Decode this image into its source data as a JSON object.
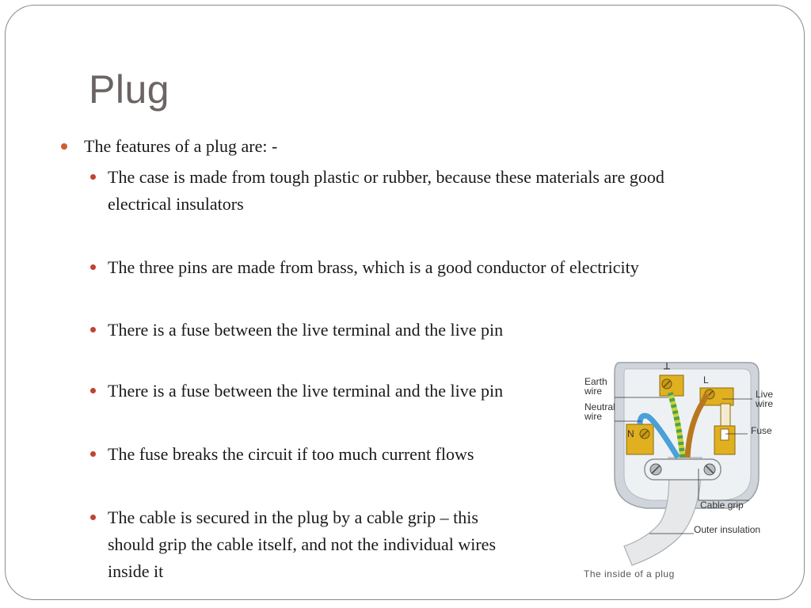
{
  "slide": {
    "title": "Plug",
    "bullets": [
      {
        "level": 1,
        "text": "The features of a plug are: -"
      },
      {
        "level": 2,
        "lines": [
          "The case is made from tough plastic or rubber, because these materials are good",
          "electrical insulators"
        ]
      },
      {
        "level": 2,
        "text": "The three pins are made from brass, which is a good conductor of electricity"
      },
      {
        "level": 2,
        "text": "There is a fuse between the live terminal and the live pin"
      },
      {
        "level": 2,
        "text": "There is a fuse between the live terminal and the live pin"
      },
      {
        "level": 2,
        "text": "The fuse breaks the circuit if too much current flows"
      },
      {
        "level": 2,
        "lines": [
          "The cable is secured in the plug by a cable grip – this",
          "should grip the cable itself, and not the individual wires",
          "inside it"
        ]
      }
    ]
  },
  "figure": {
    "labels": {
      "earth_wire": [
        "Earth",
        "wire"
      ],
      "neutral_wire": [
        "Neutral",
        "wire"
      ],
      "n": "N",
      "l": "L",
      "live_wire": [
        "Live",
        "wire"
      ],
      "fuse": "Fuse",
      "cable_grip": "Cable grip",
      "outer_insulation": "Outer insulation"
    },
    "caption": "The inside of a plug",
    "colors": {
      "bullet_l1": "#d15d2f",
      "bullet_l2": "#c0442e",
      "title": "#6b6463",
      "brass": "#e0b020",
      "neutral_wire": "#4aa0d8",
      "live_wire": "#b9781e",
      "earth_wire": "#c8d43a"
    }
  }
}
